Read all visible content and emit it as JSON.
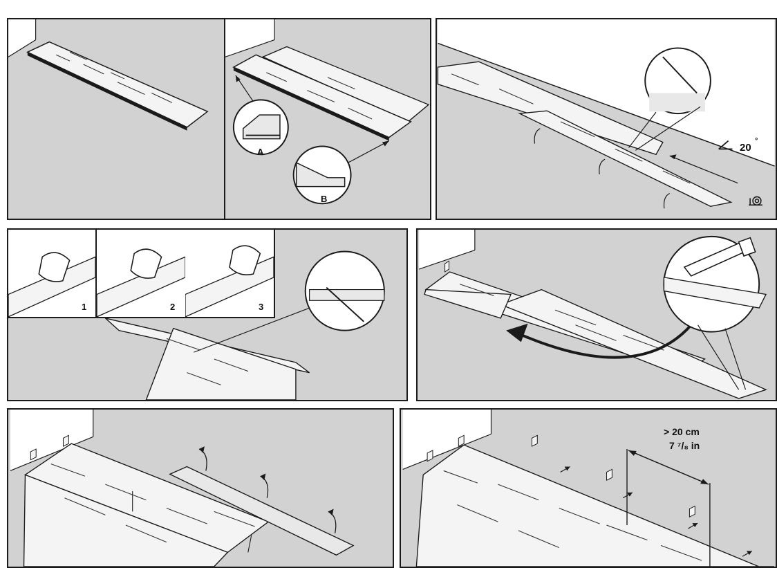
{
  "panels": [
    {
      "id": "step-1"
    },
    {
      "id": "step-2",
      "detail_labels": {
        "a": "A",
        "b": "B"
      }
    },
    {
      "id": "step-3",
      "angle_label": "20",
      "degree_mark": "°",
      "slow_icon": "snail-icon"
    },
    {
      "id": "step-4",
      "substeps": [
        "1",
        "2",
        "3"
      ]
    },
    {
      "id": "step-5",
      "tool_icon": "saw-icon"
    },
    {
      "id": "step-6"
    },
    {
      "id": "step-7",
      "gap_label_metric": "> 20 cm",
      "gap_label_imperial": "7 ⁷/₈ in"
    }
  ],
  "colors": {
    "floor": "#d2d2d2",
    "wall": "#ffffff",
    "plank": "#f4f4f4",
    "ink": "#1a1a1a"
  }
}
